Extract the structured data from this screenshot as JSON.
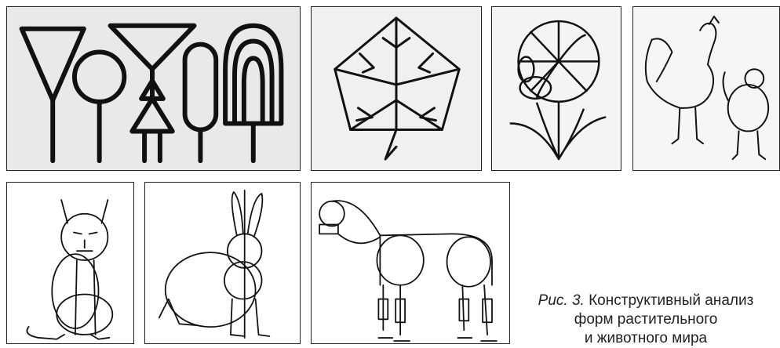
{
  "caption": {
    "figure_label": "Рис. 3.",
    "line1": "Конструктивный анализ",
    "line2": "форм растительного",
    "line3": "и животного мира"
  },
  "panels": [
    {
      "subject": "stylized-trees"
    },
    {
      "subject": "maple-leaf"
    },
    {
      "subject": "flower"
    },
    {
      "subject": "roosters"
    },
    {
      "subject": "cat"
    },
    {
      "subject": "rabbit"
    },
    {
      "subject": "horse"
    }
  ]
}
